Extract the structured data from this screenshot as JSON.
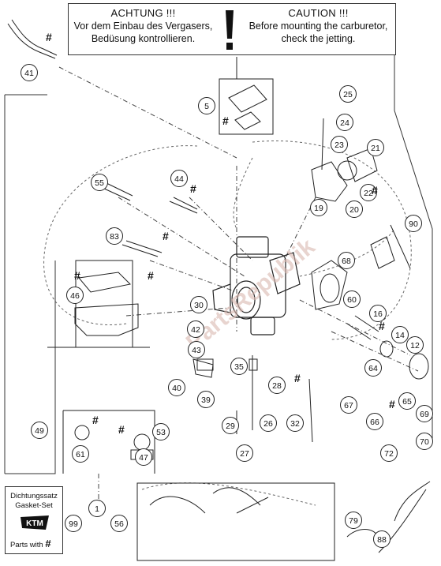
{
  "caution": {
    "de_title": "ACHTUNG !!!",
    "de_line1": "Vor dem Einbau des Vergasers,",
    "de_line2": "Bedüsung kontrollieren.",
    "en_title": "CAUTION !!!",
    "en_line1": "Before mounting the carburetor,",
    "en_line2": "check the jetting."
  },
  "gasket_box": {
    "line1": "Dichtungssatz",
    "line2": "Gasket-Set",
    "line3": "Parts with",
    "hash": "#",
    "logo_text": "KTM"
  },
  "watermark": "PartsRepublik",
  "hash_symbol": "#",
  "part_labels": [
    "41",
    "5",
    "25",
    "24",
    "23",
    "21",
    "22",
    "20",
    "19",
    "44",
    "55",
    "90",
    "83",
    "68",
    "46",
    "60",
    "16",
    "14",
    "12",
    "30",
    "42",
    "43",
    "35",
    "28",
    "40",
    "39",
    "64",
    "65",
    "69",
    "67",
    "66",
    "70",
    "72",
    "49",
    "53",
    "61",
    "47",
    "29",
    "26",
    "27",
    "32",
    "1",
    "99",
    "56",
    "79",
    "88"
  ],
  "colors": {
    "line": "#222222",
    "label_border": "#222222",
    "watermark": "#d9b8b0"
  }
}
